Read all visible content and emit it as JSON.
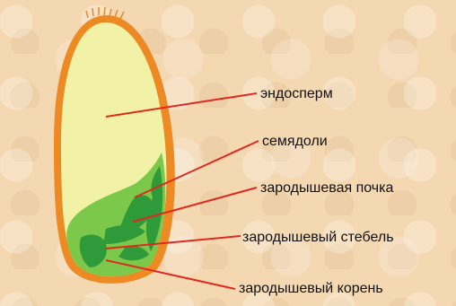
{
  "labels": {
    "endosperm": "эндосперм",
    "cotyledon": "семядоли",
    "bud": "зародышевая почка",
    "stem": "зародышевый стебель",
    "root": "зародышевый корень"
  },
  "colors": {
    "seed_coat": "#ee8a24",
    "endosperm": "#f2f2a6",
    "embryo_light": "#7cc84a",
    "embryo_dark": "#2f9a3a",
    "pointer_line": "#e0281f"
  }
}
